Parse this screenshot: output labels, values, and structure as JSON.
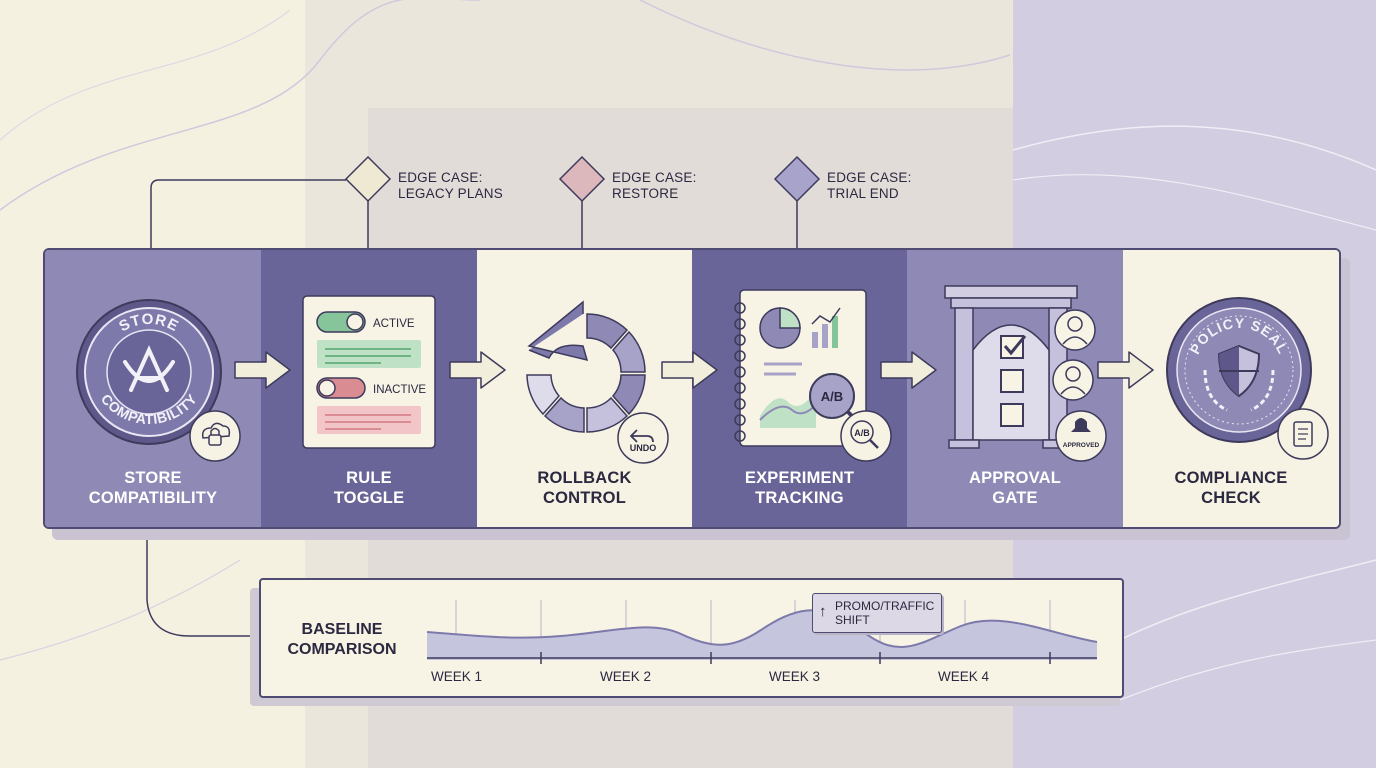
{
  "edge_cases": [
    {
      "line1": "EDGE CASE:",
      "line2": "LEGACY PLANS",
      "color": "#efe8d2"
    },
    {
      "line1": "EDGE CASE:",
      "line2": "RESTORE",
      "color": "#dcb8bc"
    },
    {
      "line1": "EDGE CASE:",
      "line2": "TRIAL END",
      "color": "#a8a3cb"
    }
  ],
  "stages": [
    {
      "line1": "STORE",
      "line2": "COMPATIBILITY",
      "badge_top": "STORE",
      "badge_bottom": "COMPATIBILITY"
    },
    {
      "line1": "RULE",
      "line2": "TOGGLE",
      "toggle_active": "ACTIVE",
      "toggle_inactive": "INACTIVE"
    },
    {
      "line1": "ROLLBACK",
      "line2": "CONTROL",
      "undo_label": "UNDO"
    },
    {
      "line1": "EXPERIMENT",
      "line2": "TRACKING",
      "ab_label": "A/B",
      "ab_small": "A/B"
    },
    {
      "line1": "APPROVAL",
      "line2": "GATE",
      "stamp_label": "APPROVED"
    },
    {
      "line1": "COMPLIANCE",
      "line2": "CHECK",
      "seal_label": "POLICY SEAL"
    }
  ],
  "baseline": {
    "line1": "BASELINE",
    "line2": "COMPARISON",
    "weeks": [
      "WEEK 1",
      "WEEK 2",
      "WEEK 3",
      "WEEK 4"
    ],
    "callout_line1": "PROMO/TRAFFIC",
    "callout_line2": "SHIFT",
    "callout_arrow": "↑"
  },
  "colors": {
    "accent_dark": "#4f4b72",
    "stage_mid": "#8e89b5",
    "stage_dark": "#6a6598",
    "cream": "#f6f3e4",
    "active_green": "#86c49a",
    "inactive_red": "#d98c92"
  }
}
